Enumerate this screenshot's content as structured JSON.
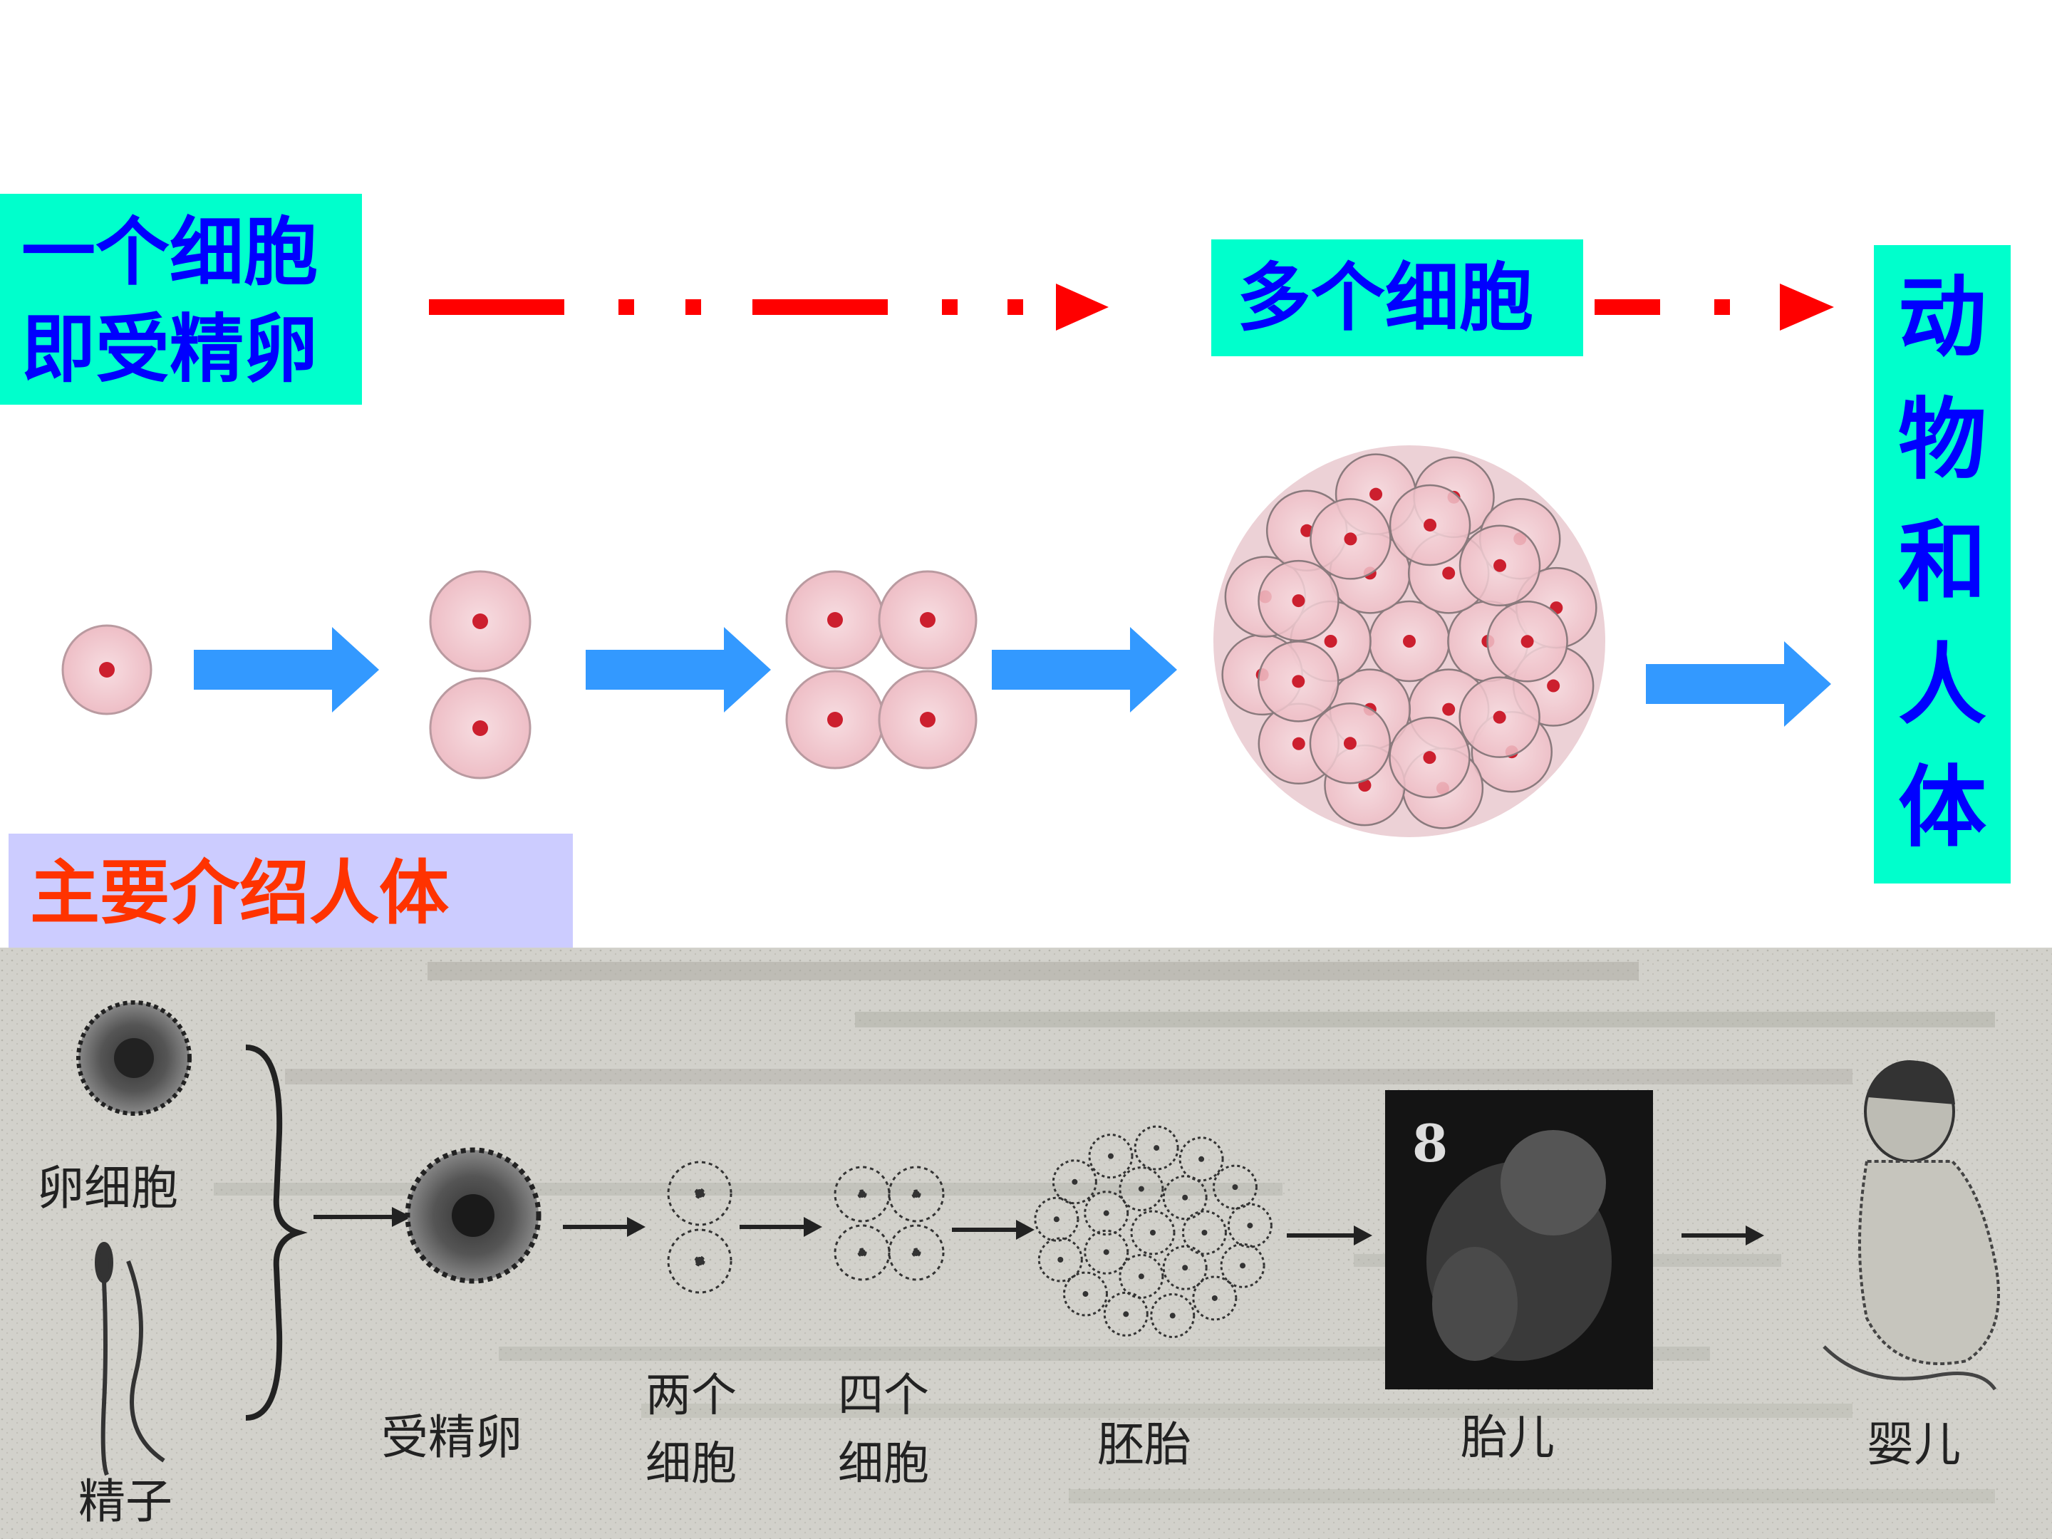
{
  "top_labels": {
    "single_cell": [
      "一个细胞",
      "即受精卵"
    ],
    "multi_cell": "多个细胞",
    "organism": [
      "动",
      "物",
      "和",
      "人",
      "体"
    ],
    "focus": "主要介绍人体"
  },
  "bottom_figure": {
    "egg_label": "卵细胞",
    "sperm_label": "精子",
    "fertilized_egg_label": "受精卵",
    "two_cells_label": [
      "两个",
      "细胞"
    ],
    "four_cells_label": [
      "四个",
      "细胞"
    ],
    "embryo_label": "胚胎",
    "fetus_label": "胎儿",
    "baby_label": "婴儿",
    "fetus_photo_mark": "8"
  },
  "colors": {
    "label_bg": "#00ffcc",
    "label_text": "#0000ff",
    "focus_bg": "#ccccff",
    "focus_text": "#ff3300",
    "dashed_arrow": "#ff0000",
    "block_arrow": "#3399ff",
    "cell_fill": "#f1c9cf",
    "nucleus": "#cc1f2e"
  }
}
